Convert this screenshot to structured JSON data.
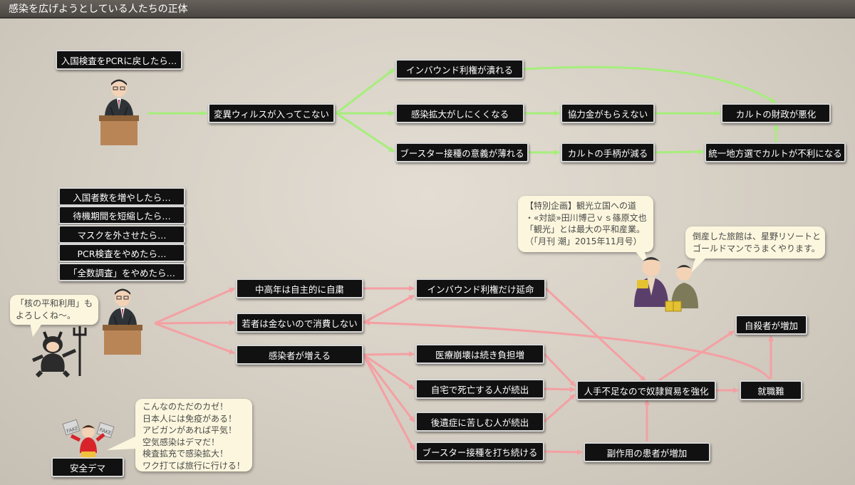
{
  "title": "感染を広げようとしている人たちの正体",
  "colors": {
    "green": "#a6ee7c",
    "pink": "#f4a0a3"
  },
  "nodes": {
    "q_pcr": "入国検査をPCRに戻したら…",
    "variant": "変異ウィルスが入ってこない",
    "inbound_crush": "インバウンド利権が潰れる",
    "spread_hard": "感染拡大がしにくくなる",
    "no_subsidy": "協力金がもらえない",
    "cult_finance": "カルトの財政が悪化",
    "booster_weak": "ブースター接種の意義が薄れる",
    "cult_less": "カルトの手柄が減る",
    "unification": "統一地方選でカルトが不利になる",
    "q_increase": "入国者数を増やしたら…",
    "q_shorten": "待機期間を短縮したら…",
    "q_mask": "マスクを外させたら…",
    "q_stop_pcr": "PCR検査をやめたら…",
    "q_stop_survey": "「全数調査」をやめたら…",
    "middle_aged": "中高年は自主的に自粛",
    "inbound_extend": "インバウンド利権だけ延命",
    "youth": "若者は金ないので消費しない",
    "infected_up": "感染者が増える",
    "medical": "医療崩壊は続き負担増",
    "home_death": "自宅で死亡する人が続出",
    "after_effect": "後遺症に苦しむ人が続出",
    "booster_keep": "ブースター接種を打ち続ける",
    "side_effect": "副作用の患者が増加",
    "labor_shortage": "人手不足なので奴隷貿易を強化",
    "suicide": "自殺者が増加",
    "job_hard": "就職難",
    "safety_demagogy": "安全デマ"
  },
  "bubbles": {
    "special": [
      "【特別企画】観光立国への道",
      "・«対談»田川博己ｖｓ篠原文也",
      "「観光」とは最大の平和産業。",
      "（「月刊 潮」2015年11月号）"
    ],
    "ryokan": [
      "倒産した旅館は、星野リソートと",
      "ゴールドマンでうまくやります。"
    ],
    "nuclear": [
      "「核の平和利用」も",
      "よろしくね～。"
    ],
    "demagogy": [
      "こんなのただのカゼ！",
      "日本人には免疫がある！",
      "アビガンがあれば平気！",
      "空気感染はデマだ！",
      "検査拡充で感染拡大！",
      "ワク打てば旅行に行ける！"
    ]
  },
  "fake_label": "FAKE"
}
